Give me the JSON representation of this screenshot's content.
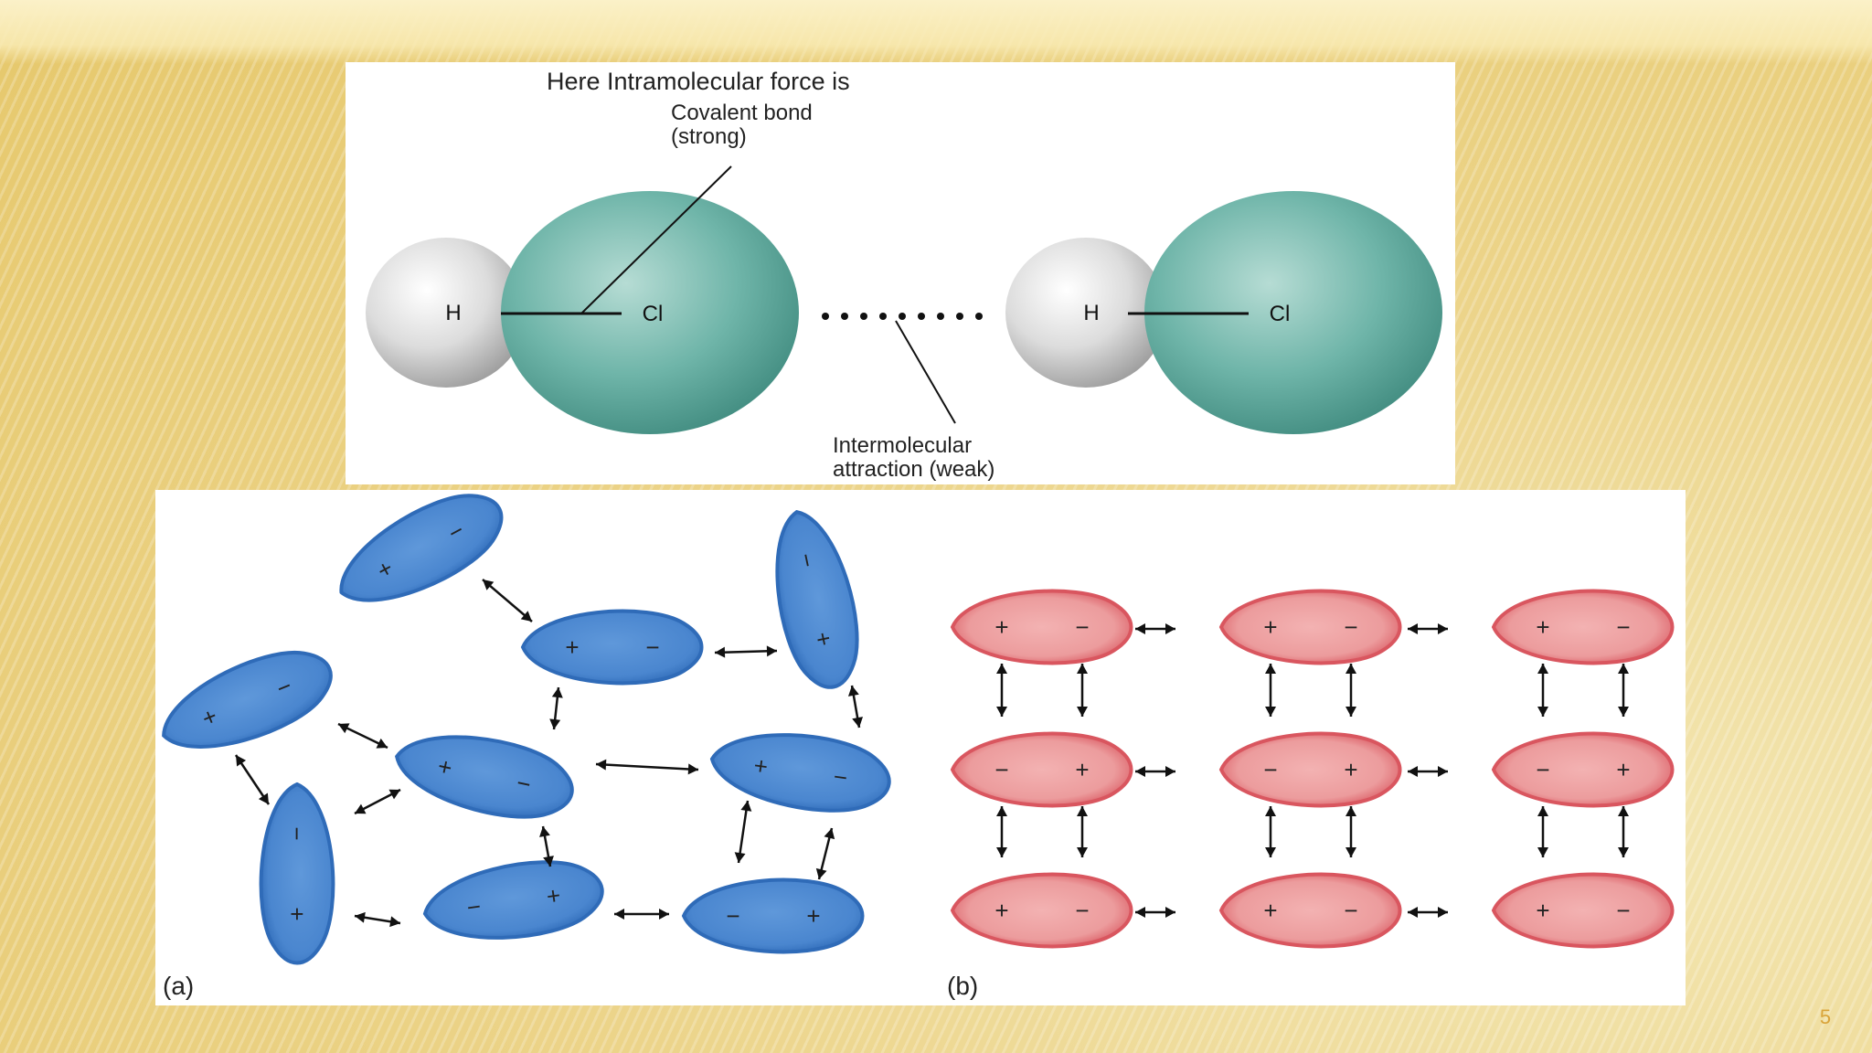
{
  "top_diagram": {
    "intramolecular_caption": "Here Intramolecular force is",
    "covalent_line1": "Covalent bond",
    "covalent_line2": "(strong)",
    "intermolecular_line1": "Intermolecular",
    "intermolecular_line2": "attraction (weak)",
    "atom_h": "H",
    "atom_cl": "Cl",
    "colors": {
      "hydrogen": "#d8d8d8",
      "chlorine": "#6fb5a9",
      "bond": "#111111"
    }
  },
  "bottom_diagram": {
    "label_a": "(a)",
    "label_b": "(b)",
    "plus_sign": "+",
    "minus_sign": "−",
    "colors": {
      "dipole_a": "#4a86cf",
      "dipole_b": "#e88a8f"
    }
  },
  "slide_number": "5"
}
